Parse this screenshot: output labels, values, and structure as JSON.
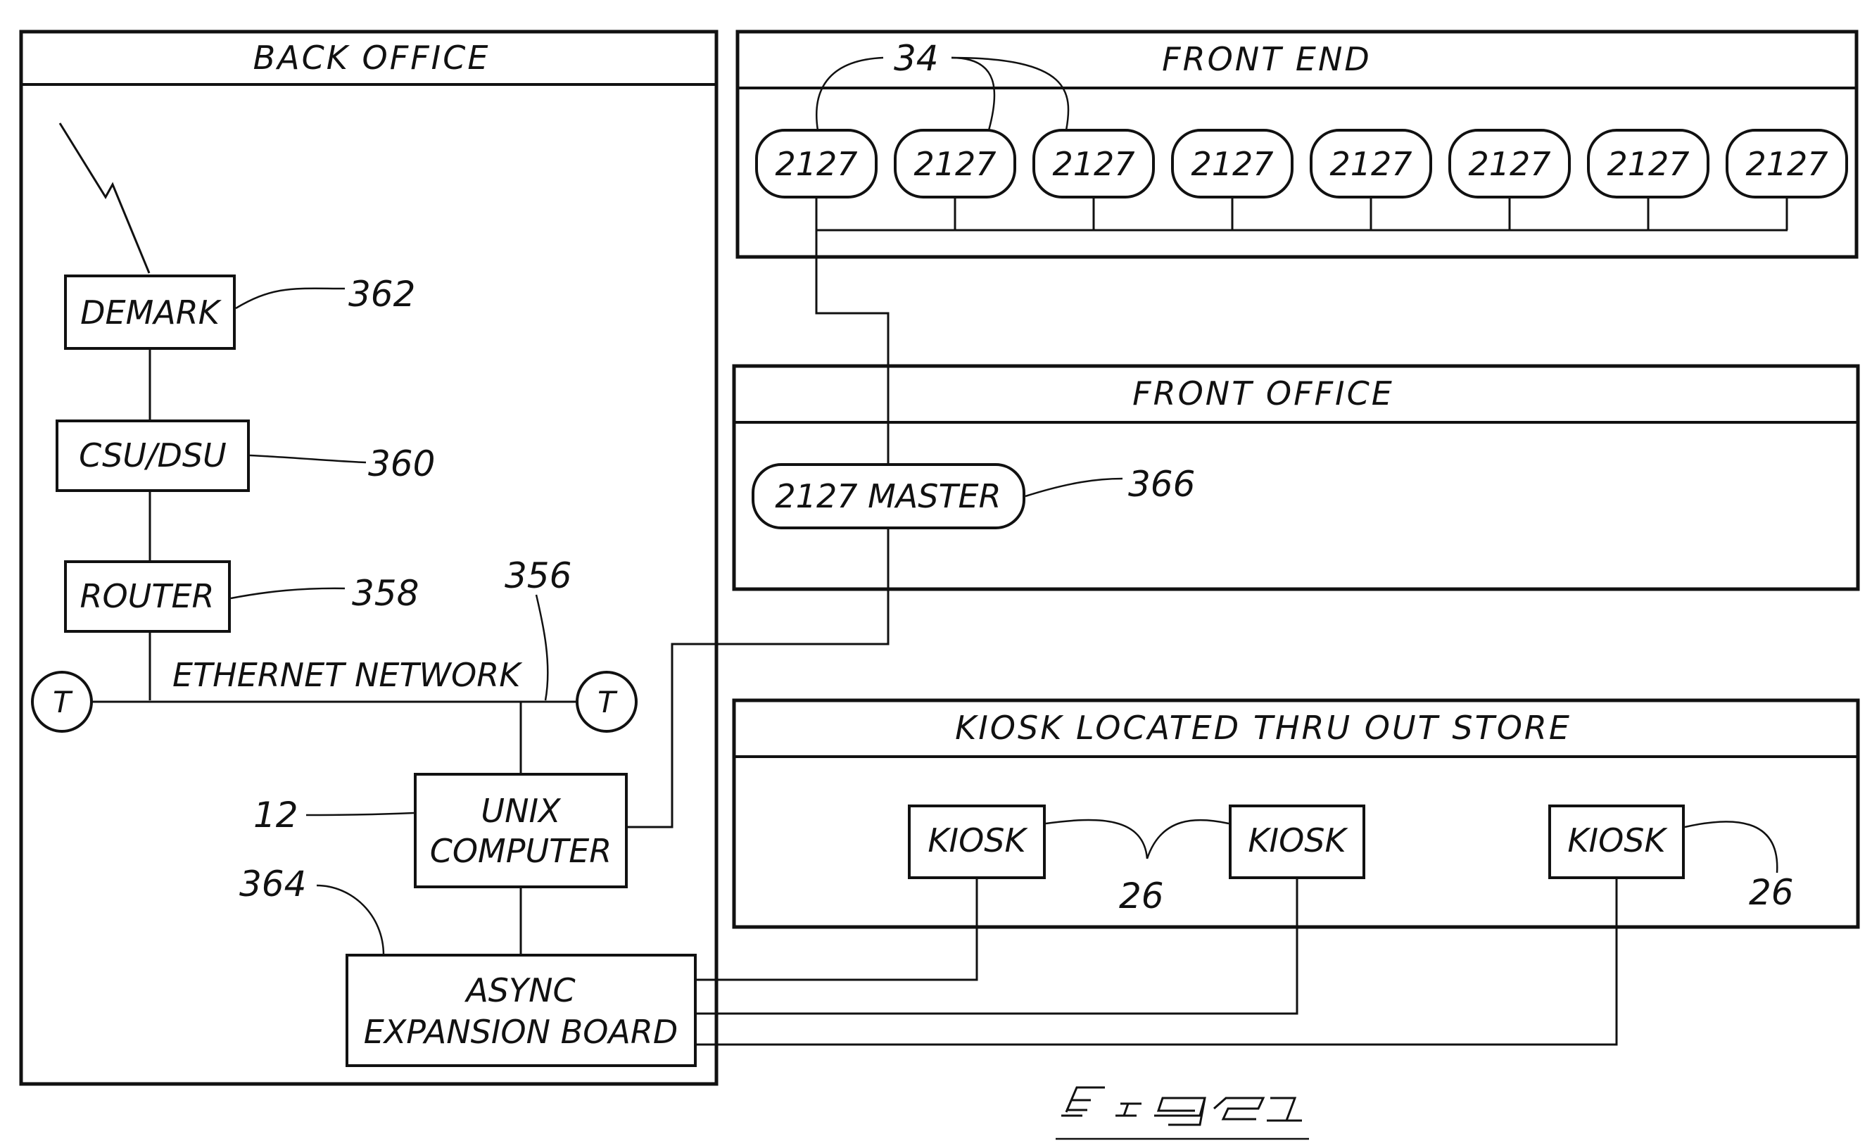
{
  "sections": {
    "back_office": "BACK  OFFICE",
    "front_end": "FRONT  END",
    "front_office": "FRONT  OFFICE",
    "kiosk_area": "KIOSK  LOCATED  THRU  OUT  STORE"
  },
  "components": {
    "demark": "DEMARK",
    "csu_dsu": "CSU/DSU",
    "router": "ROUTER",
    "ethernet": "ETHERNET  NETWORK",
    "terminator": "T",
    "unix_line1": "UNIX",
    "unix_line2": "COMPUTER",
    "async_line1": "ASYNC",
    "async_line2": "EXPANSION  BOARD",
    "master": "2127  MASTER",
    "terminal": "2127",
    "kiosk": "KIOSK"
  },
  "refs": {
    "demark": "362",
    "csu_dsu": "360",
    "router": "358",
    "network": "356",
    "unix": "12",
    "async": "364",
    "terminals": "34",
    "master": "366",
    "kiosk": "26"
  },
  "figure_label": "Fig 21"
}
